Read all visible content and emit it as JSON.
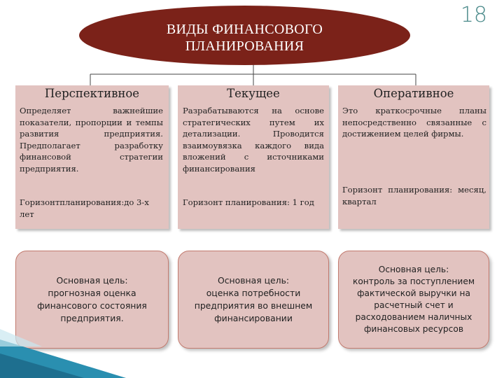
{
  "slide": {
    "number": "18",
    "title_line1": "ВИДЫ ФИНАНСОВОГО",
    "title_line2": "ПЛАНИРОВАНИЯ"
  },
  "columns": [
    {
      "title": "Перспективное",
      "description": "Определяет важнейшие показатели, пропорции и темпы развития предприятия. Предполагает разработку финансовой стратегии предприятия.",
      "horizon": "Горизонтпланирования:до 3-х лет",
      "goal_heading": "Основная цель:",
      "goal_text": "прогнозная оценка финансового состояния предприятия."
    },
    {
      "title": "Текущее",
      "description": "Разрабатываются на основе стратегических путем их детализации. Проводится взаимоувязка каждого вида вложений с источниками финансирования",
      "horizon": "Горизонт планирования: 1 год",
      "goal_heading": "Основная цель:",
      "goal_text": "оценка потребности предприятия во внешнем финансировании"
    },
    {
      "title": "Оперативное",
      "description": "Это краткосрочные планы непосредственно связанные с достижением целей фирмы.",
      "horizon": "Горизонт планирования: месяц, квартал",
      "goal_heading": "Основная цель:",
      "goal_text": "контроль за поступлением фактической выручки на расчетный счет и расходованием наличных финансовых ресурсов"
    }
  ],
  "colors": {
    "title_ellipse": "#7b2219",
    "box_fill": "#e2c3c0",
    "page_number": "#4a8a8a",
    "corner_accent": "#2a8fb0"
  }
}
